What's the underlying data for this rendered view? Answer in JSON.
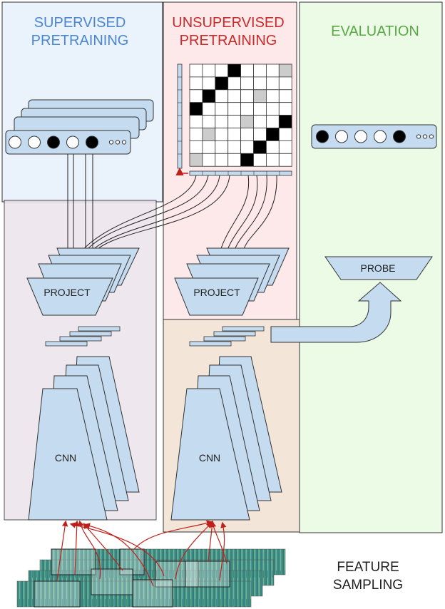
{
  "panels": {
    "supervised": {
      "title_line1": "SUPERVISED",
      "title_line2": "PRETRAINING",
      "title_color": "#4a86d4",
      "fill": "#eaf2fb"
    },
    "unsupervised": {
      "title_line1": "UNSUPERVISED",
      "title_line2": "PRETRAINING",
      "title_color": "#cc2a2a",
      "fill": "#fde9e9"
    },
    "evaluation": {
      "title": "EVALUATION",
      "title_color": "#5aa845",
      "fill": "#ebfbe6"
    }
  },
  "blocks": {
    "project_left": "PROJECT",
    "project_right": "PROJECT",
    "cnn_left": "CNN",
    "cnn_right": "CNN",
    "probe": "PROBE"
  },
  "caption": {
    "line1": "FEATURE",
    "line2": "SAMPLING"
  },
  "label_vectors": {
    "supervised": [
      "empty",
      "empty",
      "filled",
      "empty",
      "filled",
      "dots"
    ],
    "evaluation": [
      "filled",
      "empty",
      "empty",
      "empty",
      "filled",
      "dots"
    ]
  },
  "similarity_matrix": {
    "rows": [
      [
        0,
        0,
        0,
        1,
        0,
        0,
        0,
        2
      ],
      [
        0,
        0,
        1,
        0,
        0,
        0,
        0,
        0
      ],
      [
        0,
        1,
        0,
        0,
        0,
        2,
        0,
        0
      ],
      [
        1,
        0,
        0,
        0,
        0,
        0,
        0,
        0
      ],
      [
        0,
        0,
        0,
        0,
        2,
        0,
        0,
        1
      ],
      [
        0,
        2,
        0,
        0,
        0,
        0,
        1,
        0
      ],
      [
        0,
        0,
        0,
        0,
        0,
        1,
        0,
        0
      ],
      [
        2,
        0,
        0,
        0,
        1,
        0,
        0,
        0
      ]
    ]
  },
  "colors": {
    "block_fill": "#c5dbf0",
    "block_stroke": "#333333",
    "arrow_red": "#c0201a",
    "sampling_region": "#f3e6d8"
  }
}
